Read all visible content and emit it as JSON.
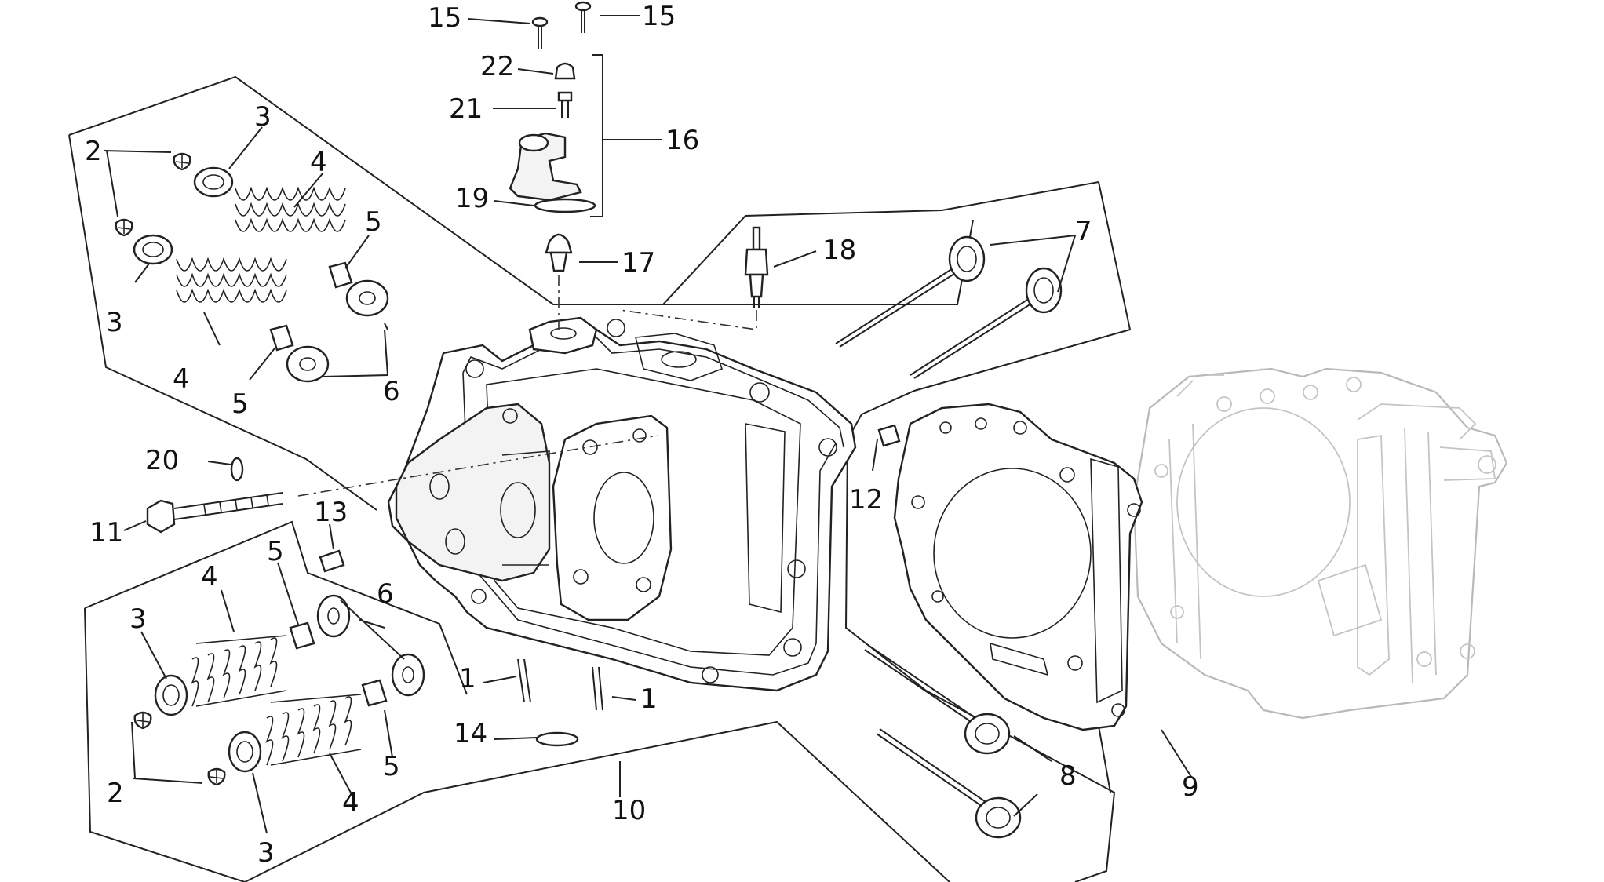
{
  "labels": {
    "l1a": "1",
    "l1b": "1",
    "l2a": "2",
    "l2b": "2",
    "l3a": "3",
    "l3b": "3",
    "l3c": "3",
    "l3d": "3",
    "l4a": "4",
    "l4b": "4",
    "l4c": "4",
    "l4d": "4",
    "l5a": "5",
    "l5b": "5",
    "l5c": "5",
    "l5d": "5",
    "l6a": "6",
    "l6b": "6",
    "l7": "7",
    "l8": "8",
    "l9": "9",
    "l10": "10",
    "l11": "11",
    "l12": "12",
    "l13": "13",
    "l14": "14",
    "l15a": "15",
    "l15b": "15",
    "l16": "16",
    "l17": "17",
    "l18": "18",
    "l19": "19",
    "l20": "20",
    "l21": "21",
    "l22": "22"
  },
  "colors": {
    "line": "#222222",
    "ghost": "#b9b9b9",
    "background": "#ffffff"
  }
}
